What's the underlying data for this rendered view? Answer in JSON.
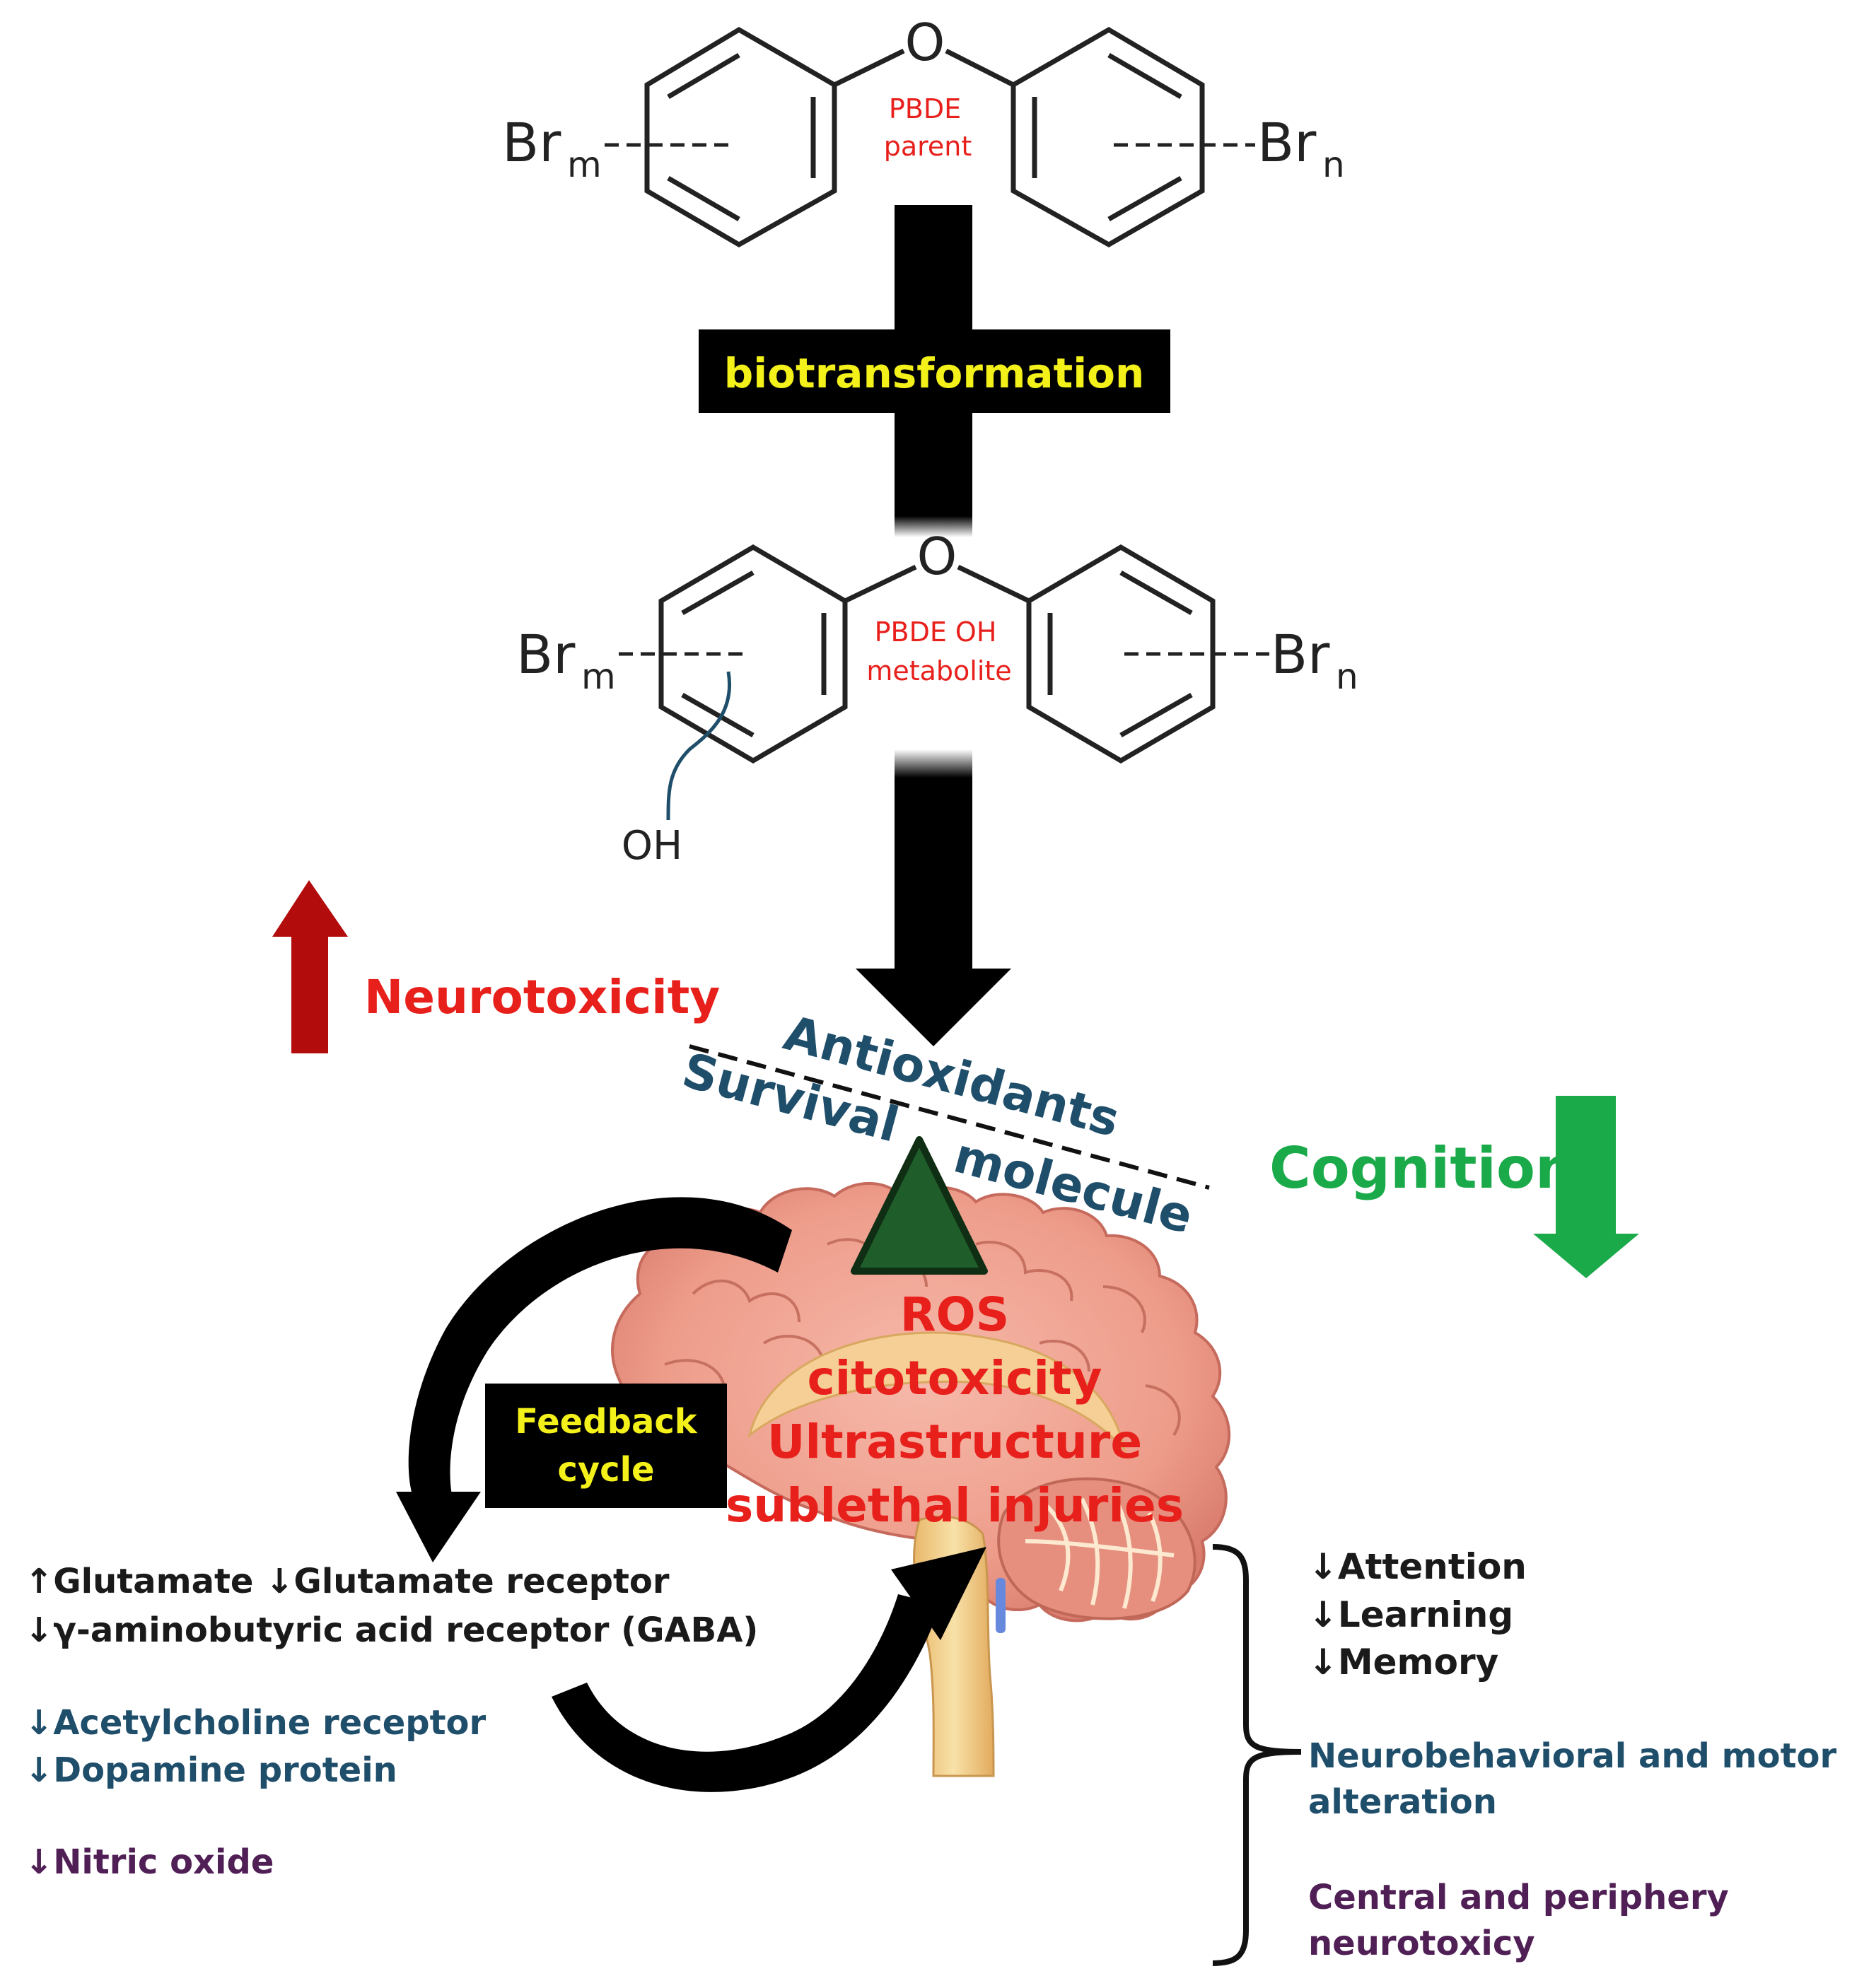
{
  "colors": {
    "label_red": "#e8201c",
    "callout_yellow": "#f3f01a",
    "neuro_red": "#e8201c",
    "neuro_arrow": "#b20c0c",
    "cognition_green": "#1aaa4a",
    "antioxidant_blue": "#1f4e6b",
    "triangle_green": "#1f5e2a",
    "effect_red": "#e8201c",
    "list_black": "#1a1a1a",
    "list_blue": "#1f4e6b",
    "list_purple": "#4f1f55",
    "brain_pink": "#f0a898",
    "brain_stem": "#f2d08a"
  },
  "molecules": {
    "parent": {
      "oxygen": "O",
      "label_line1": "PBDE",
      "label_line2": "parent",
      "br_left": "Br",
      "sub_left": "m",
      "br_right": "Br",
      "sub_right": "n"
    },
    "metabolite": {
      "oxygen": "O",
      "label_line1": "PBDE OH",
      "label_line2": "metabolite",
      "br_left": "Br",
      "sub_left": "m",
      "br_right": "Br",
      "sub_right": "n",
      "hydroxyl": "OH"
    }
  },
  "process": {
    "biotransformation": "biotransformation",
    "feedback_line1": "Feedback",
    "feedback_line2": "cycle"
  },
  "effects": {
    "neurotoxicity": "Neurotoxicity",
    "cognition": "Cognition",
    "antioxidants": "Antioxidants",
    "survival": "Survival",
    "molecule": "molecule",
    "brain_text": [
      "ROS",
      "citotoxicity",
      "Ultrastructure",
      "sublethal injuries"
    ]
  },
  "left_list": [
    {
      "text": "↑Glutamate ↓Glutamate receptor",
      "tone": "black"
    },
    {
      "text": "↓γ-aminobutyric acid receptor (GABA)",
      "tone": "black"
    },
    {
      "text": "↓Acetylcholine receptor",
      "tone": "blue"
    },
    {
      "text": "↓Dopamine protein",
      "tone": "blue"
    },
    {
      "text": "↓Nitric oxide",
      "tone": "purple"
    }
  ],
  "right_list": {
    "cognitive": [
      "↓Attention",
      "↓Learning",
      "↓Memory"
    ],
    "neurobehavioral": [
      "Neurobehavioral  and motor",
      "alteration"
    ],
    "central": [
      "Central and periphery",
      "neurotoxicy"
    ]
  }
}
